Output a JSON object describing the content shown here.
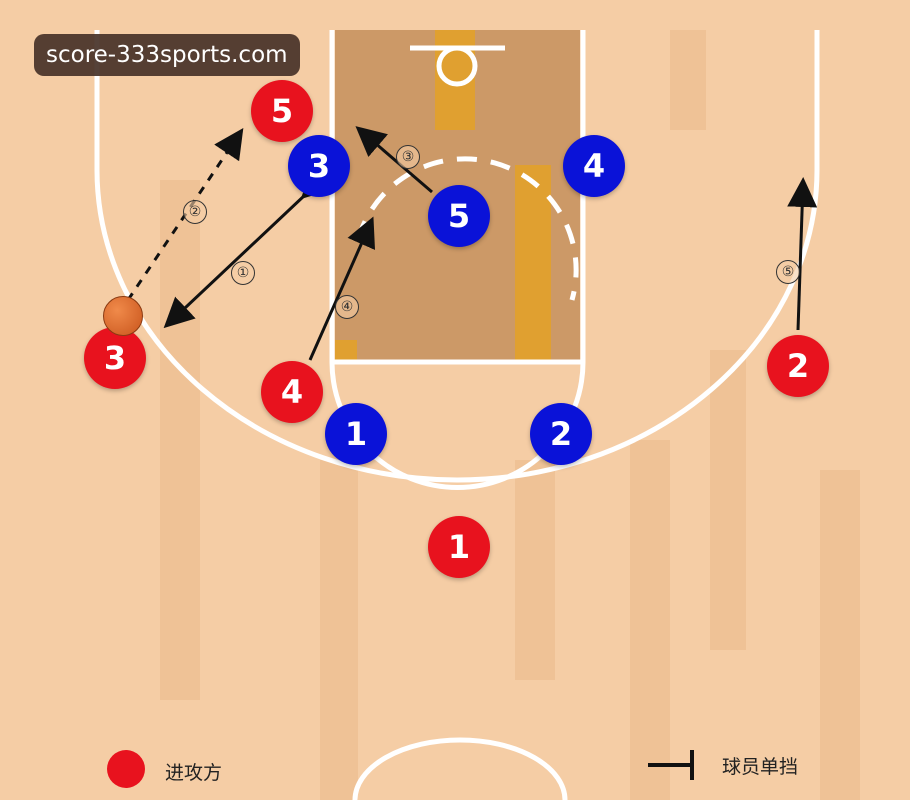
{
  "watermark": "score-333sports.com",
  "colors": {
    "offense": "#e8121e",
    "defense": "#0a12d8",
    "court": "#f5cda5",
    "paint": "#cc9967"
  },
  "offense_players": [
    "5",
    "3",
    "4",
    "2",
    "1"
  ],
  "defense_players": [
    "3",
    "4",
    "5",
    "1",
    "2"
  ],
  "steps": [
    "①",
    "②",
    "③",
    "④",
    "⑤"
  ],
  "legend": {
    "offense_label": "进攻方",
    "screen_label": "球员单挡"
  },
  "icons": {
    "ball": "basketball-icon",
    "screen": "screen-symbol-icon"
  }
}
